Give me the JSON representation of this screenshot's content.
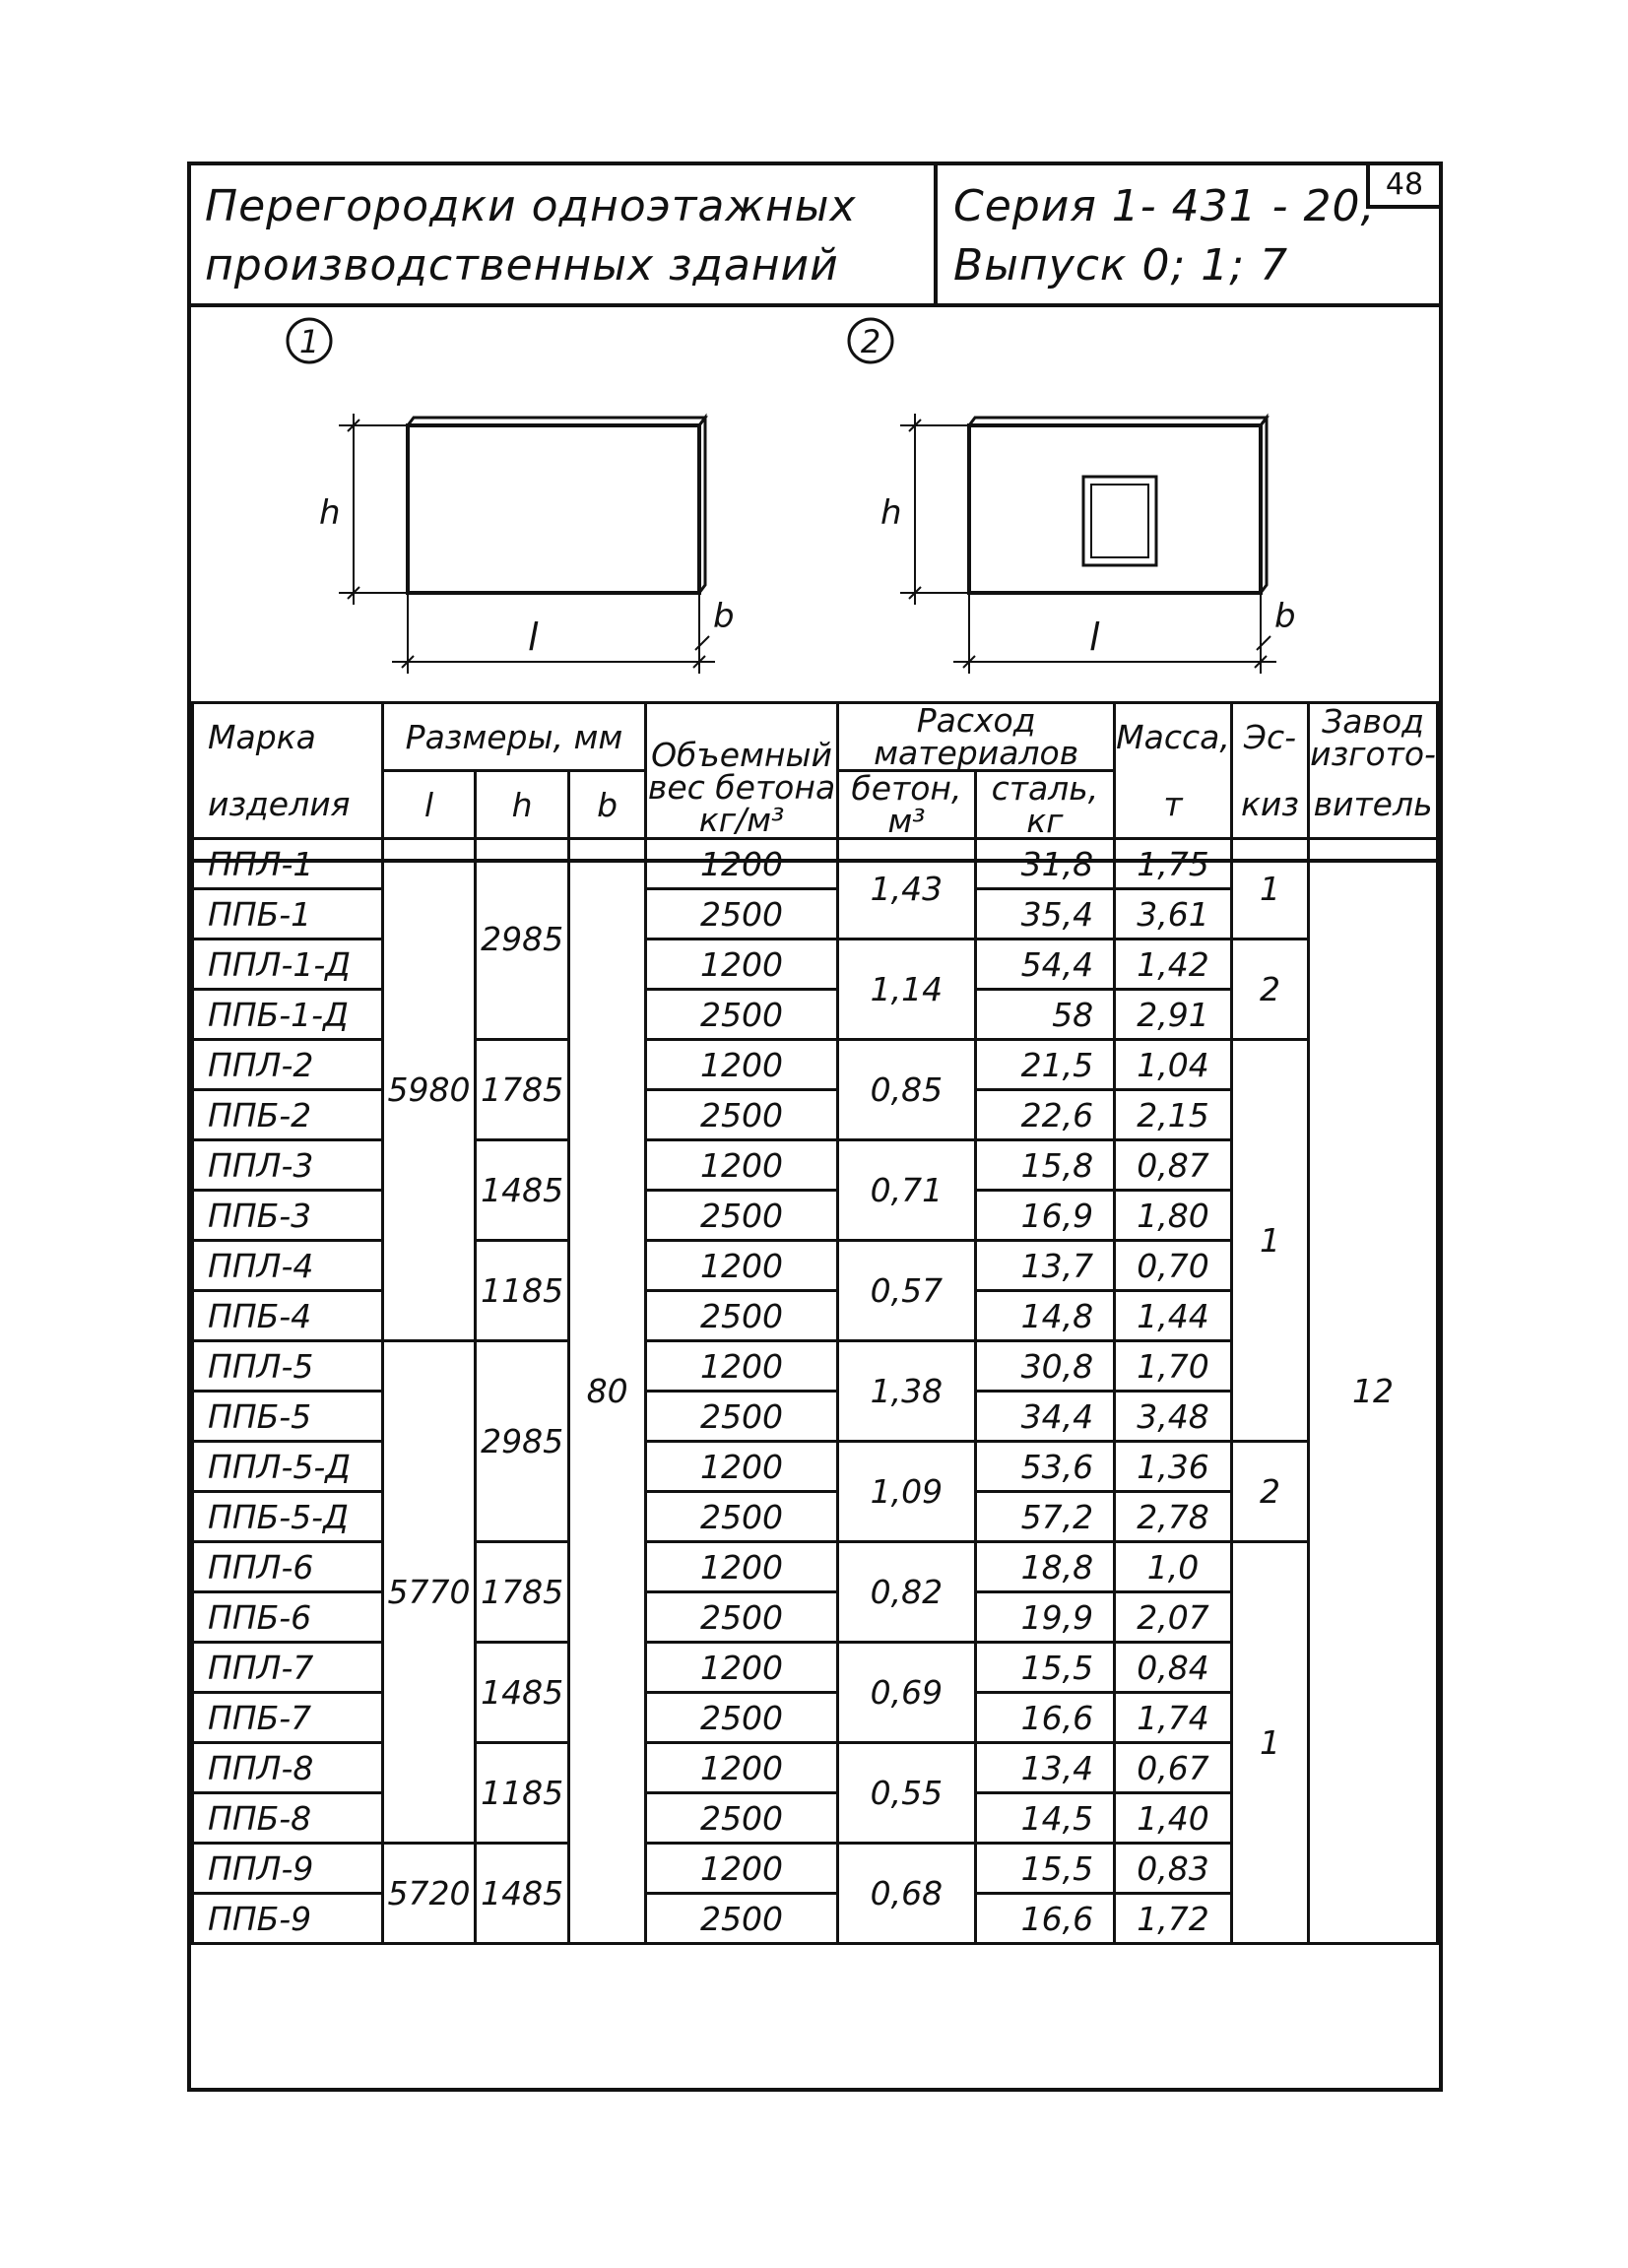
{
  "header": {
    "title_line1": "Перегородки одноэтажных",
    "title_line2": "производственных зданий",
    "series_line1": "Серия 1- 431 - 20,",
    "series_line2": "Выпуск 0; 1; 7",
    "page_number": "48"
  },
  "drawings": [
    {
      "number": "1",
      "label_h": "h",
      "label_l": "l",
      "label_b": "b",
      "has_opening": false
    },
    {
      "number": "2",
      "label_h": "h",
      "label_l": "l",
      "label_b": "b",
      "has_opening": true
    }
  ],
  "table": {
    "headers": {
      "mark": "Марка",
      "mark2": "изделия",
      "dims": "Размеры, мм",
      "l": "l",
      "h": "h",
      "b": "b",
      "density": "Объемный",
      "density2": "вес бетона",
      "density_unit": "кг/м³",
      "materials": "Расход",
      "materials2": "материалов",
      "concrete": "бетон,",
      "concrete_unit": "м³",
      "steel": "сталь,",
      "steel_unit": "кг",
      "mass": "Масса,",
      "mass_unit": "т",
      "sketch": "Эс-",
      "sketch2": "киз",
      "plant": "Завод",
      "plant2": "изгото-",
      "plant3": "витель"
    },
    "rows": [
      {
        "mark": "ППЛ-1",
        "density": "1200",
        "steel": "31,8",
        "mass": "1,75"
      },
      {
        "mark": "ППБ-1",
        "density": "2500",
        "steel": "35,4",
        "mass": "3,61"
      },
      {
        "mark": "ППЛ-1-Д",
        "density": "1200",
        "steel": "54,4",
        "mass": "1,42"
      },
      {
        "mark": "ППБ-1-Д",
        "density": "2500",
        "steel": "58",
        "mass": "2,91"
      },
      {
        "mark": "ППЛ-2",
        "density": "1200",
        "steel": "21,5",
        "mass": "1,04"
      },
      {
        "mark": "ППБ-2",
        "density": "2500",
        "steel": "22,6",
        "mass": "2,15"
      },
      {
        "mark": "ППЛ-3",
        "density": "1200",
        "steel": "15,8",
        "mass": "0,87"
      },
      {
        "mark": "ППБ-3",
        "density": "2500",
        "steel": "16,9",
        "mass": "1,80"
      },
      {
        "mark": "ППЛ-4",
        "density": "1200",
        "steel": "13,7",
        "mass": "0,70"
      },
      {
        "mark": "ППБ-4",
        "density": "2500",
        "steel": "14,8",
        "mass": "1,44"
      },
      {
        "mark": "ППЛ-5",
        "density": "1200",
        "steel": "30,8",
        "mass": "1,70"
      },
      {
        "mark": "ППБ-5",
        "density": "2500",
        "steel": "34,4",
        "mass": "3,48"
      },
      {
        "mark": "ППЛ-5-Д",
        "density": "1200",
        "steel": "53,6",
        "mass": "1,36"
      },
      {
        "mark": "ППБ-5-Д",
        "density": "2500",
        "steel": "57,2",
        "mass": "2,78"
      },
      {
        "mark": "ППЛ-6",
        "density": "1200",
        "steel": "18,8",
        "mass": "1,0"
      },
      {
        "mark": "ППБ-6",
        "density": "2500",
        "steel": "19,9",
        "mass": "2,07"
      },
      {
        "mark": "ППЛ-7",
        "density": "1200",
        "steel": "15,5",
        "mass": "0,84"
      },
      {
        "mark": "ППБ-7",
        "density": "2500",
        "steel": "16,6",
        "mass": "1,74"
      },
      {
        "mark": "ППЛ-8",
        "density": "1200",
        "steel": "13,4",
        "mass": "0,67"
      },
      {
        "mark": "ППБ-8",
        "density": "2500",
        "steel": "14,5",
        "mass": "1,40"
      },
      {
        "mark": "ППЛ-9",
        "density": "1200",
        "steel": "15,5",
        "mass": "0,83"
      },
      {
        "mark": "ППБ-9",
        "density": "2500",
        "steel": "16,6",
        "mass": "1,72"
      }
    ],
    "l_groups": [
      "5980",
      "5770",
      "5720"
    ],
    "h_groups": [
      "2985",
      "1785",
      "1485",
      "1185",
      "2985",
      "1785",
      "1485",
      "1185",
      "1485"
    ],
    "b_value": "80",
    "concrete_groups": [
      "1,43",
      "1,14",
      "0,85",
      "0,71",
      "0,57",
      "1,38",
      "1,09",
      "0,82",
      "0,69",
      "0,55",
      "0,68"
    ],
    "sketch_groups": [
      "1",
      "2",
      "1",
      "2",
      "1"
    ],
    "plant_value": "12"
  }
}
